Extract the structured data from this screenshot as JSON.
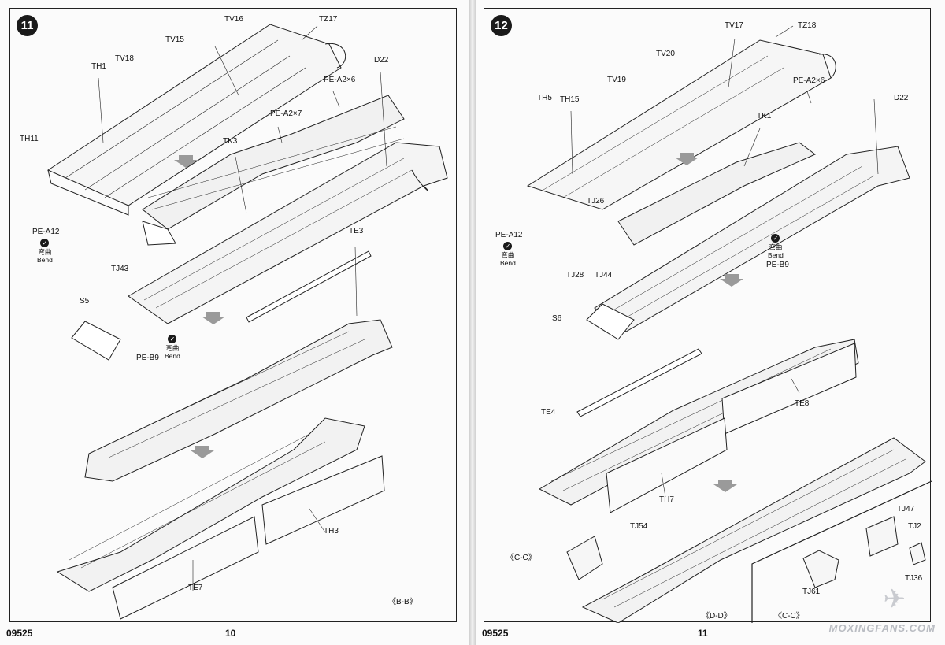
{
  "left": {
    "step_number": "11",
    "page_number": "10",
    "code": "09525",
    "view_label": "《B-B》",
    "bend_text_cn": "弯曲",
    "bend_text_en": "Bend",
    "parts": {
      "tv16": "TV16",
      "tz17": "TZ17",
      "tv15": "TV15",
      "th1": "TH1",
      "tv18": "TV18",
      "d22": "D22",
      "pea2x6": "PE-A2×6",
      "pea2x7": "PE-A2×7",
      "th11": "TH11",
      "tk3": "TK3",
      "pea12": "PE-A12",
      "tj43": "TJ43",
      "te3": "TE3",
      "s5": "S5",
      "peb9": "PE-B9",
      "th3": "TH3",
      "te7": "TE7"
    }
  },
  "right": {
    "step_number": "12",
    "page_number": "11",
    "code": "09525",
    "view_dd": "《D-D》",
    "view_cc_left": "《C-C》",
    "view_cc_inset": "《C-C》",
    "bend_text_cn": "弯曲",
    "bend_text_en": "Bend",
    "parts": {
      "tv17": "TV17",
      "tz18": "TZ18",
      "tv20": "TV20",
      "pea2x6": "PE-A2×6",
      "tv19": "TV19",
      "th5": "TH5",
      "th15": "TH15",
      "d22": "D22",
      "tk1": "TK1",
      "tj26": "TJ26",
      "pea12": "PE-A12",
      "tj28": "TJ28",
      "tj44": "TJ44",
      "peb9": "PE-B9",
      "s6": "S6",
      "te4": "TE4",
      "te8": "TE8",
      "th7": "TH7",
      "tj54": "TJ54",
      "tj47": "TJ47",
      "tj2": "TJ2",
      "tj61": "TJ61",
      "tj36": "TJ36"
    }
  },
  "watermark": "MOXINGFANS.COM",
  "colors": {
    "ink": "#1a1a1a",
    "arrow": "#9a9a9a",
    "paper": "#fbfbfb"
  }
}
